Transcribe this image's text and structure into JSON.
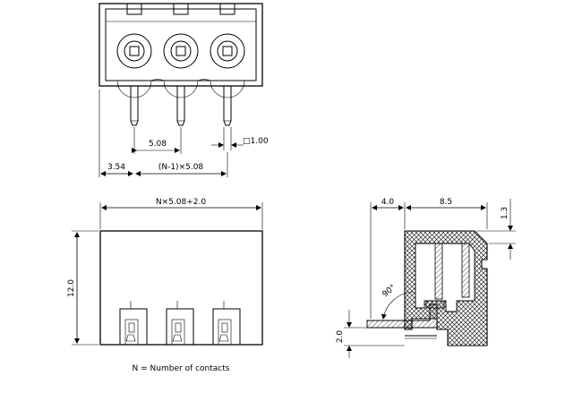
{
  "top_view": {
    "pitch_label": "5.08",
    "pin_square_label": "□1.00",
    "edge_offset_label": "3.54",
    "span_label": "(N-1)×5.08"
  },
  "front_view": {
    "width_label": "N×5.08+2.0",
    "height_label": "12.0"
  },
  "side_view": {
    "offset_label": "4.0",
    "depth_label": "8.5",
    "step_label": "1.3",
    "angle_label": "90°",
    "pin_height_label": "2.0"
  },
  "note": "N = Number of contacts"
}
